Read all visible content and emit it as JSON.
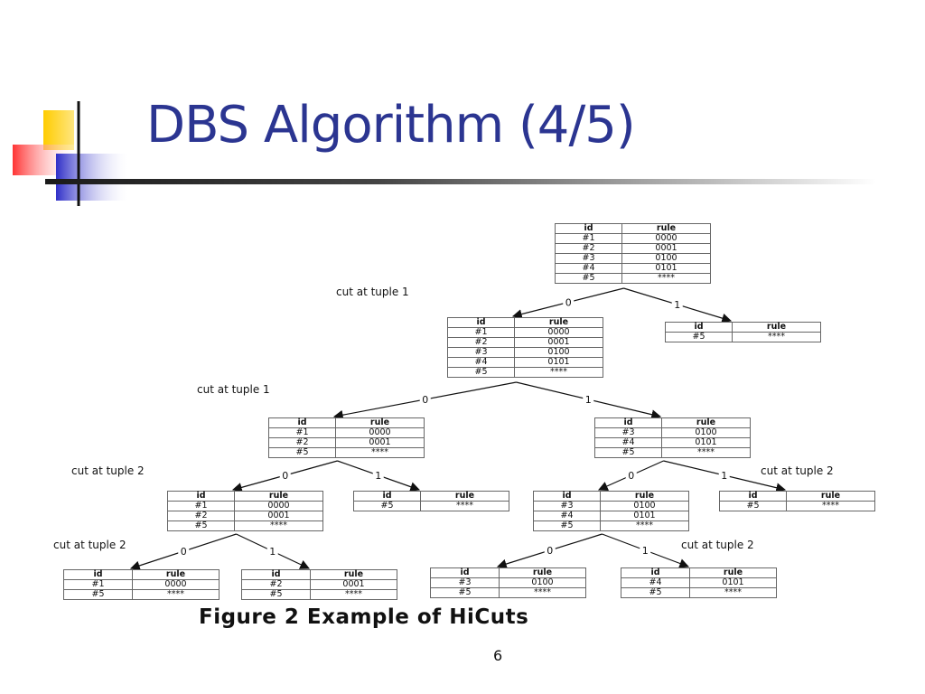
{
  "slide": {
    "title": "DBS Algorithm (4/5)",
    "page_number": "6"
  },
  "figure": {
    "caption": "Figure 2 Example of HiCuts",
    "header": {
      "id": "id",
      "rule": "rule"
    },
    "nodes": [
      {
        "name": "root",
        "rows": [
          [
            "#1",
            "0000"
          ],
          [
            "#2",
            "0001"
          ],
          [
            "#3",
            "0100"
          ],
          [
            "#4",
            "0101"
          ],
          [
            "#5",
            "****"
          ]
        ]
      },
      {
        "name": "n0",
        "rows": [
          [
            "#1",
            "0000"
          ],
          [
            "#2",
            "0001"
          ],
          [
            "#3",
            "0100"
          ],
          [
            "#4",
            "0101"
          ],
          [
            "#5",
            "****"
          ]
        ]
      },
      {
        "name": "n1",
        "rows": [
          [
            "#5",
            "****"
          ]
        ]
      },
      {
        "name": "n00",
        "rows": [
          [
            "#1",
            "0000"
          ],
          [
            "#2",
            "0001"
          ],
          [
            "#5",
            "****"
          ]
        ]
      },
      {
        "name": "n01",
        "rows": [
          [
            "#3",
            "0100"
          ],
          [
            "#4",
            "0101"
          ],
          [
            "#5",
            "****"
          ]
        ]
      },
      {
        "name": "n000",
        "rows": [
          [
            "#1",
            "0000"
          ],
          [
            "#2",
            "0001"
          ],
          [
            "#5",
            "****"
          ]
        ]
      },
      {
        "name": "n001",
        "rows": [
          [
            "#5",
            "****"
          ]
        ]
      },
      {
        "name": "n010",
        "rows": [
          [
            "#3",
            "0100"
          ],
          [
            "#4",
            "0101"
          ],
          [
            "#5",
            "****"
          ]
        ]
      },
      {
        "name": "n011",
        "rows": [
          [
            "#5",
            "****"
          ]
        ]
      },
      {
        "name": "n0000",
        "rows": [
          [
            "#1",
            "0000"
          ],
          [
            "#5",
            "****"
          ]
        ]
      },
      {
        "name": "n0001",
        "rows": [
          [
            "#2",
            "0001"
          ],
          [
            "#5",
            "****"
          ]
        ]
      },
      {
        "name": "n0100",
        "rows": [
          [
            "#3",
            "0100"
          ],
          [
            "#5",
            "****"
          ]
        ]
      },
      {
        "name": "n0101",
        "rows": [
          [
            "#4",
            "0101"
          ],
          [
            "#5",
            "****"
          ]
        ]
      }
    ],
    "edges": [
      {
        "from": "root",
        "to": "n0",
        "label": "0"
      },
      {
        "from": "root",
        "to": "n1",
        "label": "1"
      },
      {
        "from": "n0",
        "to": "n00",
        "label": "0"
      },
      {
        "from": "n0",
        "to": "n01",
        "label": "1"
      },
      {
        "from": "n00",
        "to": "n000",
        "label": "0"
      },
      {
        "from": "n00",
        "to": "n001",
        "label": "1"
      },
      {
        "from": "n01",
        "to": "n010",
        "label": "0"
      },
      {
        "from": "n01",
        "to": "n011",
        "label": "1"
      },
      {
        "from": "n000",
        "to": "n0000",
        "label": "0"
      },
      {
        "from": "n000",
        "to": "n0001",
        "label": "1"
      },
      {
        "from": "n010",
        "to": "n0100",
        "label": "0"
      },
      {
        "from": "n010",
        "to": "n0101",
        "label": "1"
      }
    ],
    "cut_labels": [
      "cut at tuple 1",
      "cut at tuple 1",
      "cut at tuple 2",
      "cut at tuple 2",
      "cut at tuple 2",
      "cut at tuple 2"
    ]
  },
  "colors": {
    "title": "#2b3591",
    "logo_yellow": "#ffcc00",
    "logo_red": "#ff3333",
    "logo_blue": "#3333cc"
  }
}
